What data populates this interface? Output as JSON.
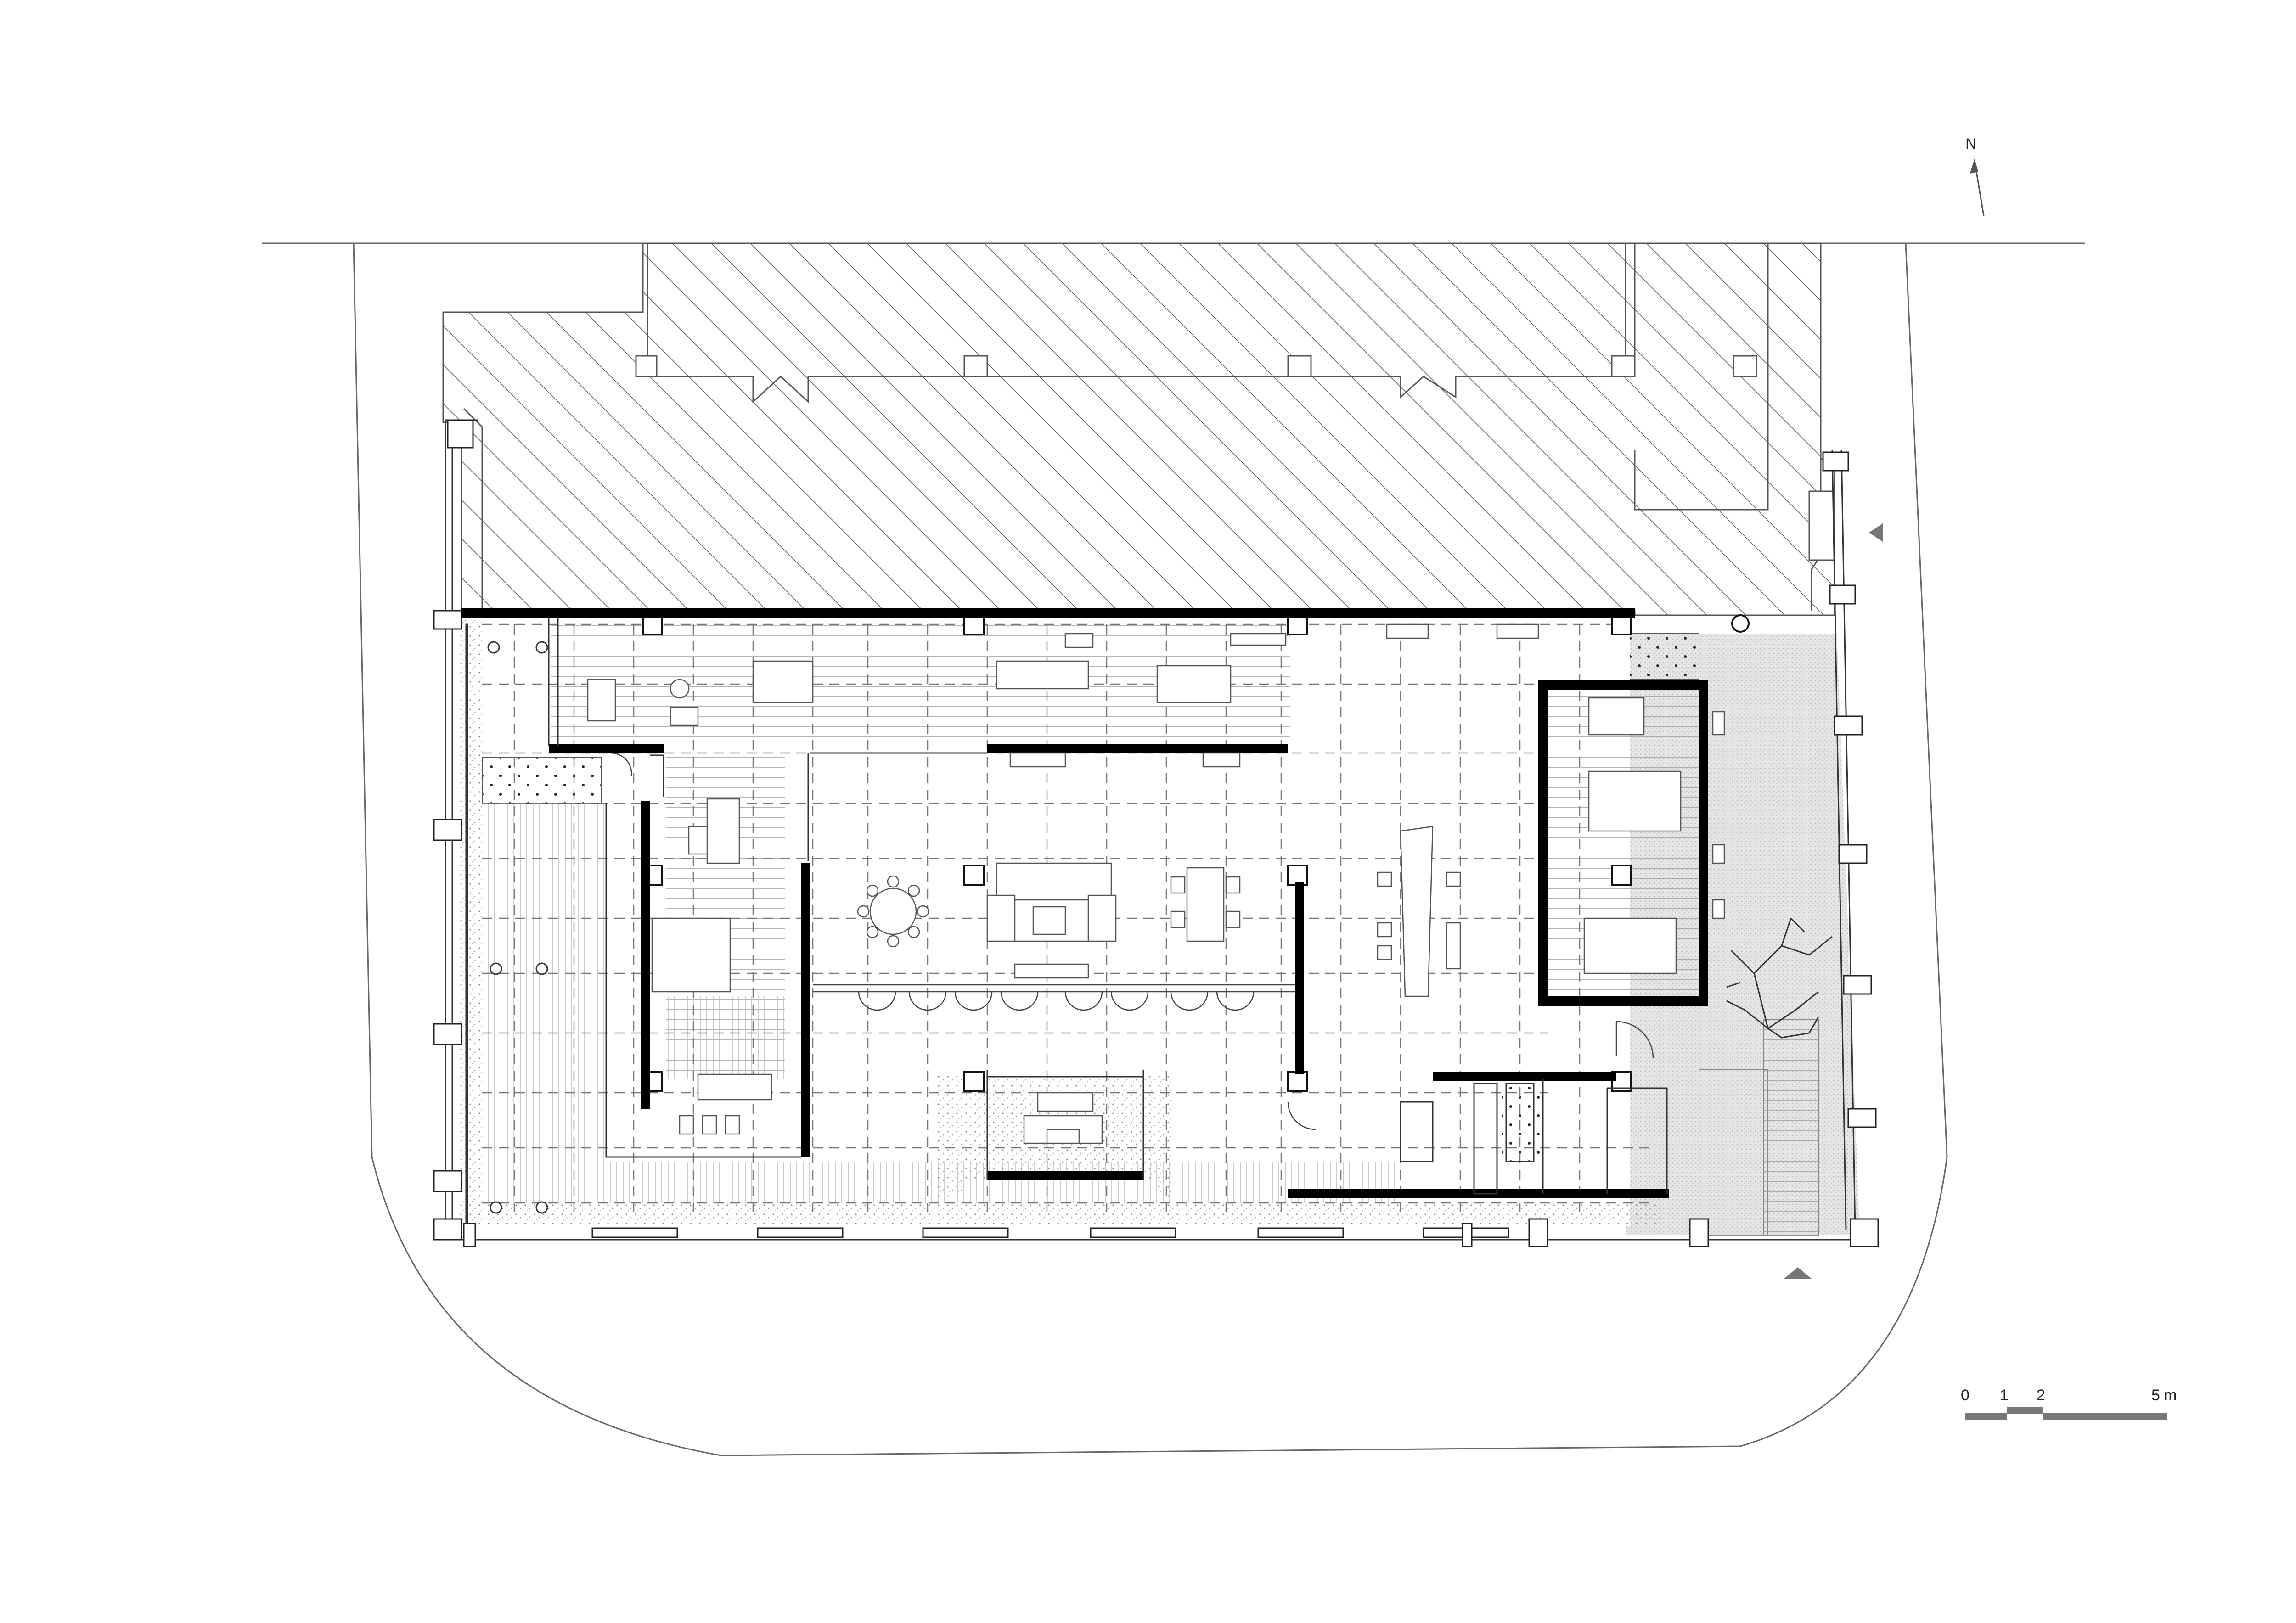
{
  "north_arrow": {
    "label": "N"
  },
  "scale_bar": {
    "ticks": [
      "0",
      "1",
      "2",
      "5"
    ],
    "unit": "m"
  },
  "colors": {
    "ink": "#1a1a1a",
    "line": "#555555",
    "fill_grey": "#8a8a8a",
    "paving": "#d9d9d9",
    "wall": "#000000"
  }
}
